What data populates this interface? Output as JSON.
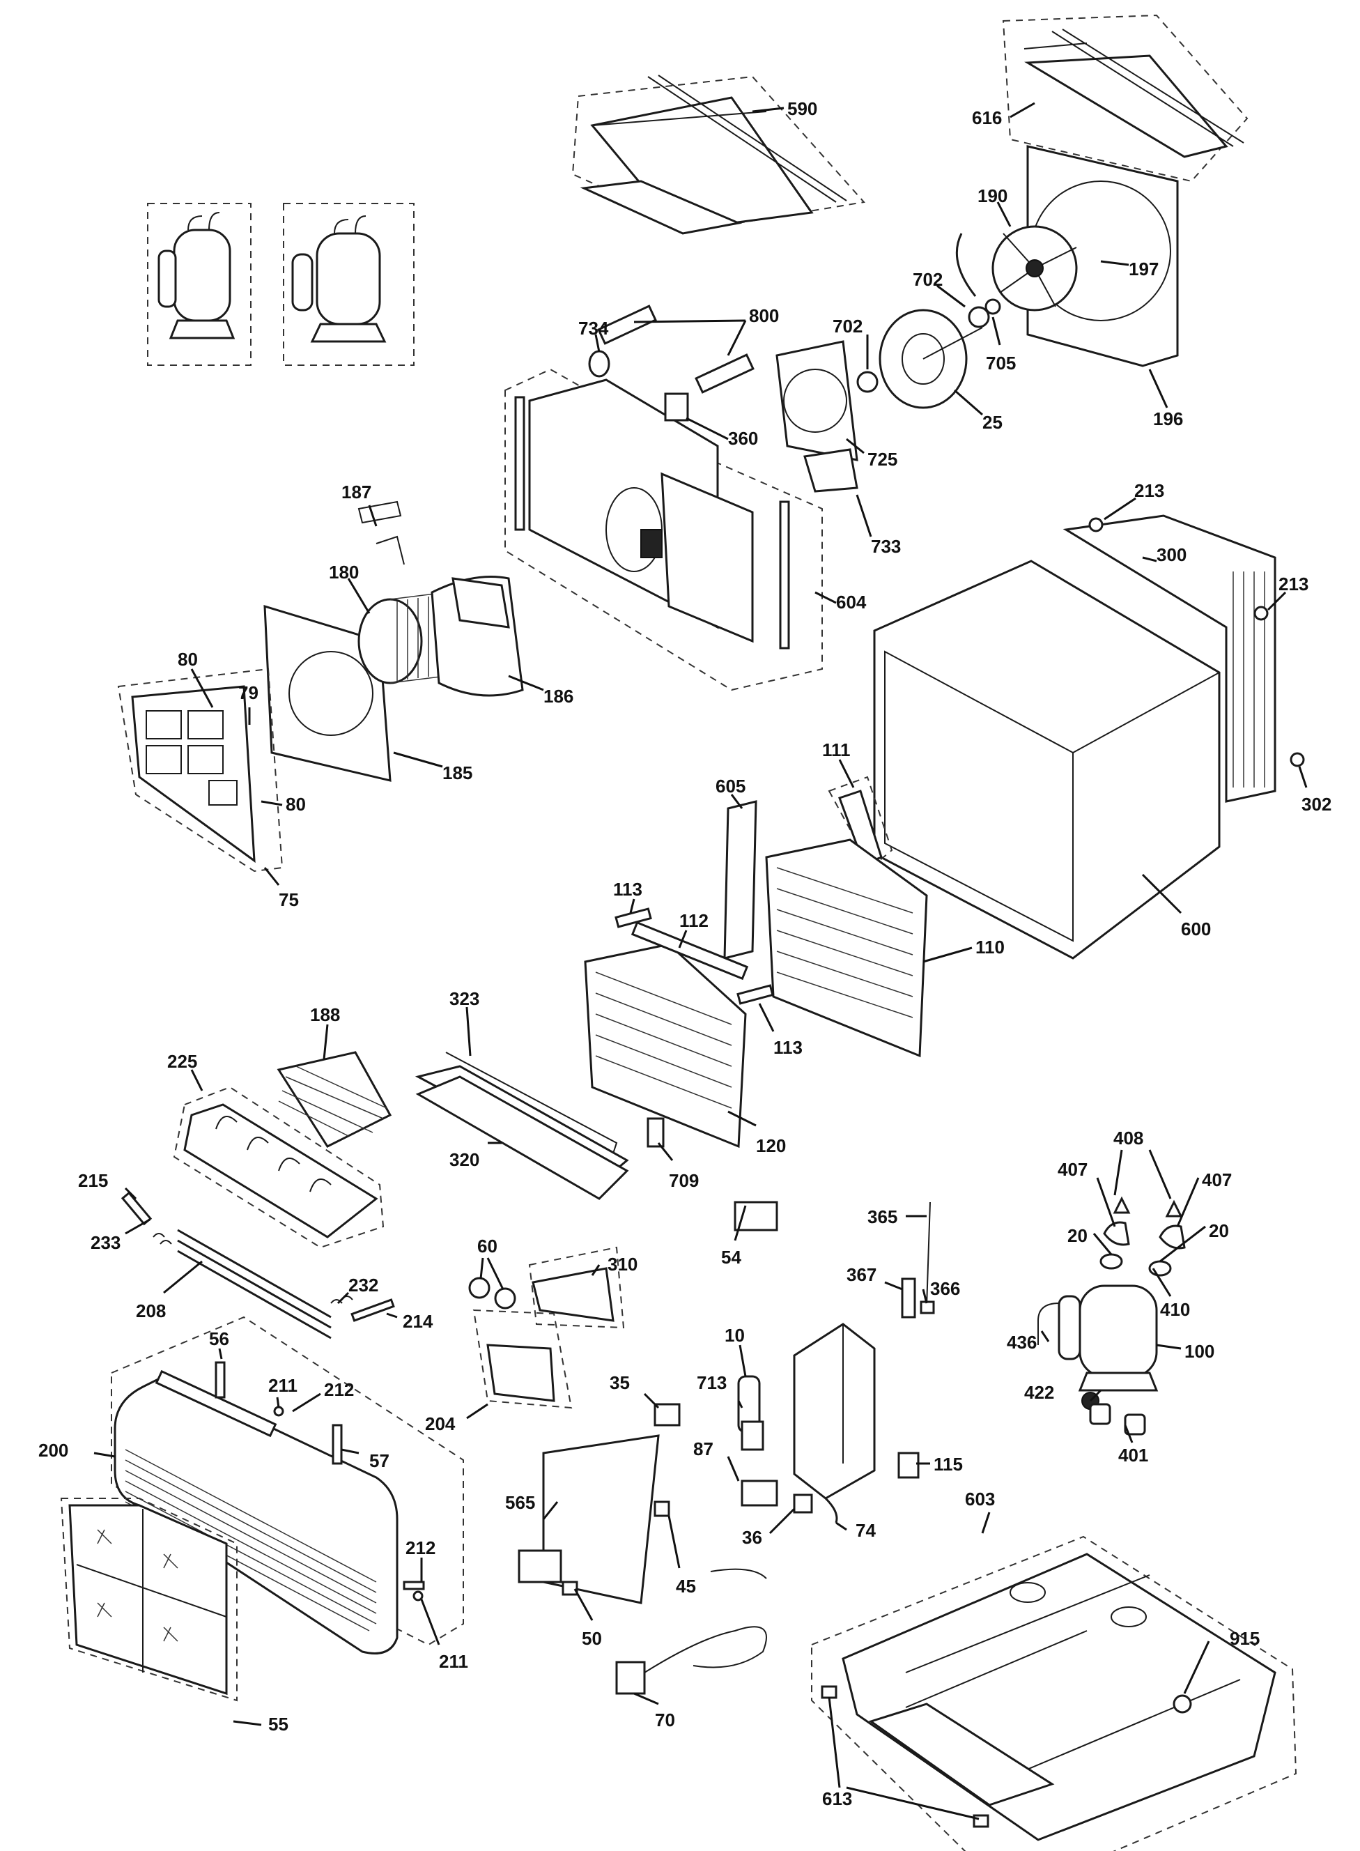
{
  "labels": [
    {
      "id": "590",
      "text": "590"
    },
    {
      "id": "616",
      "text": "616"
    },
    {
      "id": "190",
      "text": "190"
    },
    {
      "id": "197",
      "text": "197"
    },
    {
      "id": "702a",
      "text": "702"
    },
    {
      "id": "702b",
      "text": "702"
    },
    {
      "id": "705",
      "text": "705"
    },
    {
      "id": "196",
      "text": "196"
    },
    {
      "id": "25",
      "text": "25"
    },
    {
      "id": "725",
      "text": "725"
    },
    {
      "id": "733",
      "text": "733"
    },
    {
      "id": "800",
      "text": "800"
    },
    {
      "id": "734",
      "text": "734"
    },
    {
      "id": "360",
      "text": "360"
    },
    {
      "id": "604",
      "text": "604"
    },
    {
      "id": "187",
      "text": "187"
    },
    {
      "id": "180",
      "text": "180"
    },
    {
      "id": "186",
      "text": "186"
    },
    {
      "id": "185",
      "text": "185"
    },
    {
      "id": "80a",
      "text": "80"
    },
    {
      "id": "79",
      "text": "79"
    },
    {
      "id": "80b",
      "text": "80"
    },
    {
      "id": "75",
      "text": "75"
    },
    {
      "id": "213a",
      "text": "213"
    },
    {
      "id": "300",
      "text": "300"
    },
    {
      "id": "213b",
      "text": "213"
    },
    {
      "id": "302",
      "text": "302"
    },
    {
      "id": "600",
      "text": "600"
    },
    {
      "id": "111",
      "text": "111"
    },
    {
      "id": "605",
      "text": "605"
    },
    {
      "id": "110",
      "text": "110"
    },
    {
      "id": "113a",
      "text": "113"
    },
    {
      "id": "112",
      "text": "112"
    },
    {
      "id": "113b",
      "text": "113"
    },
    {
      "id": "120",
      "text": "120"
    },
    {
      "id": "323",
      "text": "323"
    },
    {
      "id": "320",
      "text": "320"
    },
    {
      "id": "709",
      "text": "709"
    },
    {
      "id": "188",
      "text": "188"
    },
    {
      "id": "225",
      "text": "225"
    },
    {
      "id": "215",
      "text": "215"
    },
    {
      "id": "233",
      "text": "233"
    },
    {
      "id": "208",
      "text": "208"
    },
    {
      "id": "232",
      "text": "232"
    },
    {
      "id": "214",
      "text": "214"
    },
    {
      "id": "408",
      "text": "408"
    },
    {
      "id": "407a",
      "text": "407"
    },
    {
      "id": "407b",
      "text": "407"
    },
    {
      "id": "20a",
      "text": "20"
    },
    {
      "id": "20b",
      "text": "20"
    },
    {
      "id": "410",
      "text": "410"
    },
    {
      "id": "436",
      "text": "436"
    },
    {
      "id": "100",
      "text": "100"
    },
    {
      "id": "422",
      "text": "422"
    },
    {
      "id": "401",
      "text": "401"
    },
    {
      "id": "365",
      "text": "365"
    },
    {
      "id": "367",
      "text": "367"
    },
    {
      "id": "366",
      "text": "366"
    },
    {
      "id": "60",
      "text": "60"
    },
    {
      "id": "310",
      "text": "310"
    },
    {
      "id": "204",
      "text": "204"
    },
    {
      "id": "54",
      "text": "54"
    },
    {
      "id": "10",
      "text": "10"
    },
    {
      "id": "713",
      "text": "713"
    },
    {
      "id": "35",
      "text": "35"
    },
    {
      "id": "87",
      "text": "87"
    },
    {
      "id": "36",
      "text": "36"
    },
    {
      "id": "74",
      "text": "74"
    },
    {
      "id": "45",
      "text": "45"
    },
    {
      "id": "565",
      "text": "565"
    },
    {
      "id": "50",
      "text": "50"
    },
    {
      "id": "70",
      "text": "70"
    },
    {
      "id": "115",
      "text": "115"
    },
    {
      "id": "603",
      "text": "603"
    },
    {
      "id": "915",
      "text": "915"
    },
    {
      "id": "613",
      "text": "613"
    },
    {
      "id": "56",
      "text": "56"
    },
    {
      "id": "211a",
      "text": "211"
    },
    {
      "id": "212a",
      "text": "212"
    },
    {
      "id": "57",
      "text": "57"
    },
    {
      "id": "200",
      "text": "200"
    },
    {
      "id": "212b",
      "text": "212"
    },
    {
      "id": "211b",
      "text": "211"
    },
    {
      "id": "55",
      "text": "55"
    }
  ]
}
